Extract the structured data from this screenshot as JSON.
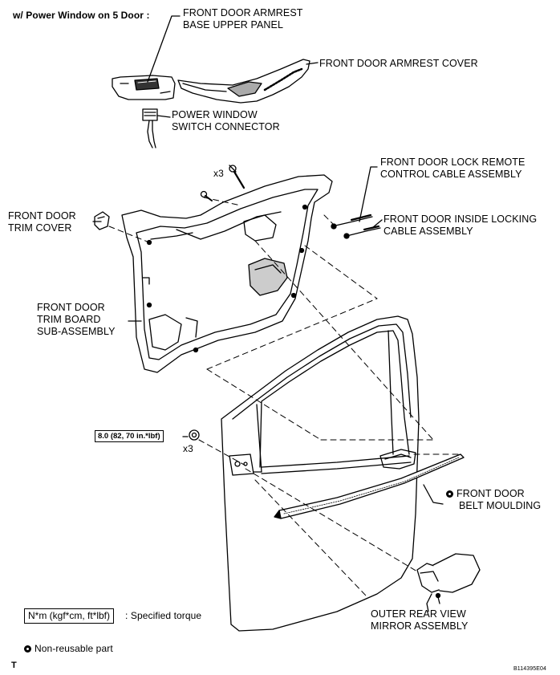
{
  "header": {
    "title": "w/ Power Window on 5 Door :"
  },
  "labels": {
    "armrest_base_upper_panel": [
      "FRONT DOOR ARMREST",
      "BASE UPPER PANEL"
    ],
    "armrest_cover": "FRONT DOOR ARMREST COVER",
    "power_window_switch_connector": [
      "POWER WINDOW",
      "SWITCH CONNECTOR"
    ],
    "lock_remote_control_cable": [
      "FRONT DOOR LOCK REMOTE",
      "CONTROL CABLE ASSEMBLY"
    ],
    "inside_locking_cable": [
      "FRONT DOOR INSIDE LOCKING",
      "CABLE ASSEMBLY"
    ],
    "trim_cover": [
      "FRONT DOOR",
      "TRIM COVER"
    ],
    "trim_board": [
      "FRONT DOOR",
      "TRIM BOARD",
      "SUB-ASSEMBLY"
    ],
    "belt_moulding": [
      "FRONT DOOR",
      "BELT MOULDING"
    ],
    "outer_mirror": [
      "OUTER REAR VIEW",
      "MIRROR ASSEMBLY"
    ]
  },
  "quantities": {
    "screws_qty": "x3",
    "nuts_qty": "x3"
  },
  "torque": {
    "value": "8.0 (82, 70 in.*lbf)"
  },
  "legend": {
    "torque_unit": "N*m (kgf*cm, ft*lbf)",
    "torque_desc": ": Specified torque",
    "non_reusable": "Non-reusable part"
  },
  "footer": {
    "left_mark": "T",
    "code": "B114395E04"
  }
}
